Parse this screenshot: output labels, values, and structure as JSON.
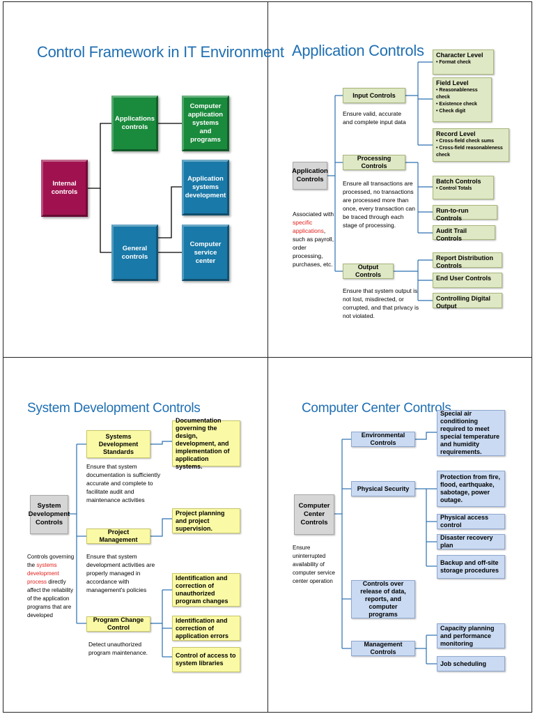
{
  "colors": {
    "title": "#1f6fb2",
    "green_box": "#1a8a3c",
    "teal_box": "#1979a8",
    "magenta_box": "#a0124f",
    "app_green": "#dfe8c4",
    "sdc_yellow": "#fafaa6",
    "ccc_blue": "#c9daf2",
    "highlight_red": "#e0201b"
  },
  "panel1": {
    "title": "Control Framework in IT Environment",
    "internal": "Internal controls",
    "applications": "Applications controls",
    "general": "General controls",
    "computer_app": "Computer application systems and programs",
    "app_dev": "Application systems development",
    "service_center": "Computer service center"
  },
  "panel2": {
    "title": "Application Controls",
    "root": "Application Controls",
    "root_note_before": "Associated with ",
    "root_note_red": "specific applications",
    "root_note_after": ", such as payroll, order processing, purchases, etc.",
    "input": "Input Controls",
    "input_desc": "Ensure valid, accurate and complete input data",
    "processing": "Processing Controls",
    "processing_desc": "Ensure all transactions are processed, no transactions are processed more than once, every transaction can be traced through each stage of processing.",
    "output": "Output Controls",
    "output_desc": "Ensure that system output is not lost, misdirected, or corrupted, and that privacy is not violated.",
    "character_level": "Character Level",
    "character_items": [
      "• Format check"
    ],
    "field_level": "Field Level",
    "field_items": [
      "• Reasonableness check",
      "• Existence check",
      "• Check digit"
    ],
    "record_level": "Record Level",
    "record_items": [
      "• Cross-field check sums",
      "• Cross-field reasonableness check"
    ],
    "batch_controls": "Batch Controls",
    "batch_items": [
      "• Control Totals"
    ],
    "run_to_run": "Run-to-run Controls",
    "audit_trail": "Audit Trail Controls",
    "report_distribution": "Report Distribution Controls",
    "end_user": "End User Controls",
    "digital_output": "Controlling Digital Output"
  },
  "panel3": {
    "title": "System Development  Controls",
    "root": "System Development Controls",
    "root_note_before": "Controls governing the ",
    "root_note_red": "systems development process",
    "root_note_after": " directly affect the reliability of the application programs that are developed",
    "standards": "Systems Development Standards",
    "standards_desc": "Ensure that system documentation is sufficiently accurate and complete to facilitate audit and maintenance activities",
    "standards_detail": "Documentation governing the design, development, and implementation of application systems.",
    "project_mgmt": "Project Management",
    "project_desc": "Ensure that system development activities are properly managed in accordance with management's policies",
    "project_detail": "Project planning and project supervision.",
    "change_control": "Program Change Control",
    "change_desc": "Detect unauthorized program maintenance.",
    "change_detail_1": "Identification and correction of unauthorized program changes",
    "change_detail_2": "Identification and correction of application errors",
    "change_detail_3": "Control of access to system libraries"
  },
  "panel4": {
    "title": "Computer Center Controls",
    "root": "Computer Center Controls",
    "root_note": "Ensure uninterrupted availability of computer service center operation",
    "environmental": "Environmental Controls",
    "environmental_detail": "Special air conditioning required to meet special temperature and humidity requirements.",
    "physical": "Physical Security",
    "physical_detail_1": "Protection from fire, flood, earthquake, sabotage, power outage.",
    "physical_detail_2": "Physical access control",
    "physical_detail_3": "Disaster recovery plan",
    "physical_detail_4": "Backup and off-site storage procedures",
    "release": "Controls over release of data, reports, and computer programs",
    "management": "Management Controls",
    "management_detail_1": "Capacity planning and performance monitoring",
    "management_detail_2": "Job scheduling"
  }
}
